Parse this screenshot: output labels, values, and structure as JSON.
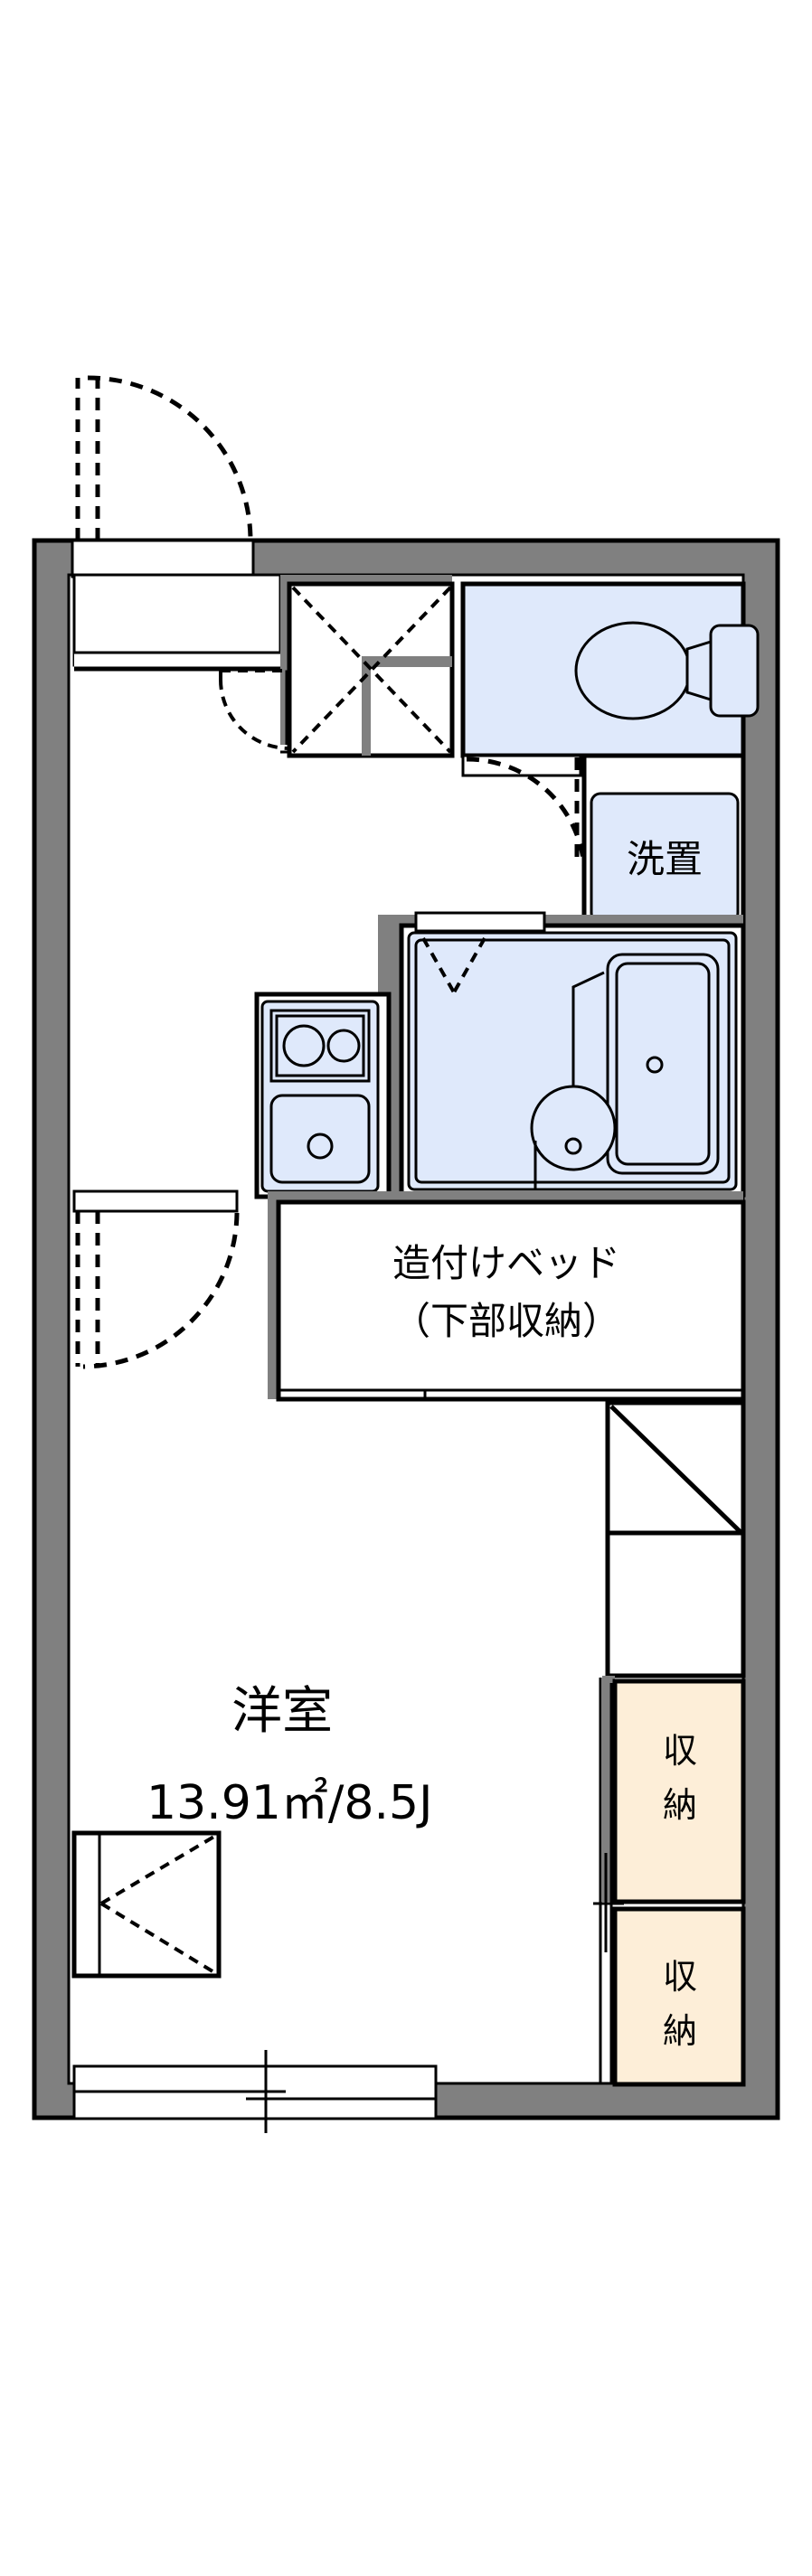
{
  "document": {
    "type": "floor-plan",
    "title": "間取り図",
    "layout_type": "1K",
    "background_color": "#ffffff",
    "wall_color": "#808080",
    "fixture_color": "#dfe9fb",
    "storage_color": "#fdeed8",
    "line_color": "#000000"
  },
  "rooms": {
    "main_room": {
      "name": "洋室",
      "area_label": "13.91㎡/8.5J",
      "area_sqm": "13.91",
      "area_jo": "8.5"
    },
    "built_in_bed": {
      "line1": "造付けベッド",
      "line2": "（下部収納）"
    },
    "washer_space": {
      "label": "洗置"
    },
    "storage_upper": {
      "label_line1": "収",
      "label_line2": "納"
    },
    "storage_lower": {
      "label_line1": "収",
      "label_line2": "納"
    }
  },
  "fixtures": [
    {
      "name": "toilet",
      "label": "",
      "color": "#dfe9fb"
    },
    {
      "name": "bathtub",
      "label": "",
      "color": "#dfe9fb"
    },
    {
      "name": "washbasin",
      "label": "",
      "color": "#dfe9fb"
    },
    {
      "name": "kitchen-sink",
      "label": "",
      "color": "#dfe9fb"
    },
    {
      "name": "gas-stove-two-burner",
      "label": "",
      "color": "#dfe9fb"
    },
    {
      "name": "washing-machine-space",
      "label": "洗置",
      "color": "#dfe9fb"
    },
    {
      "name": "shoe-cabinet",
      "label": "",
      "color": "#fdeed8"
    }
  ],
  "openings": [
    {
      "name": "entrance-door",
      "type": "hinged-door"
    },
    {
      "name": "toilet-door",
      "type": "hinged-door"
    },
    {
      "name": "room-door",
      "type": "hinged-door"
    },
    {
      "name": "bathroom-door",
      "type": "folding-door"
    },
    {
      "name": "entrance-closet-door",
      "type": "sliding-door"
    },
    {
      "name": "balcony-window",
      "type": "sliding-window"
    },
    {
      "name": "side-window",
      "type": "sliding-window"
    },
    {
      "name": "storage-doors",
      "type": "sliding-door"
    }
  ]
}
